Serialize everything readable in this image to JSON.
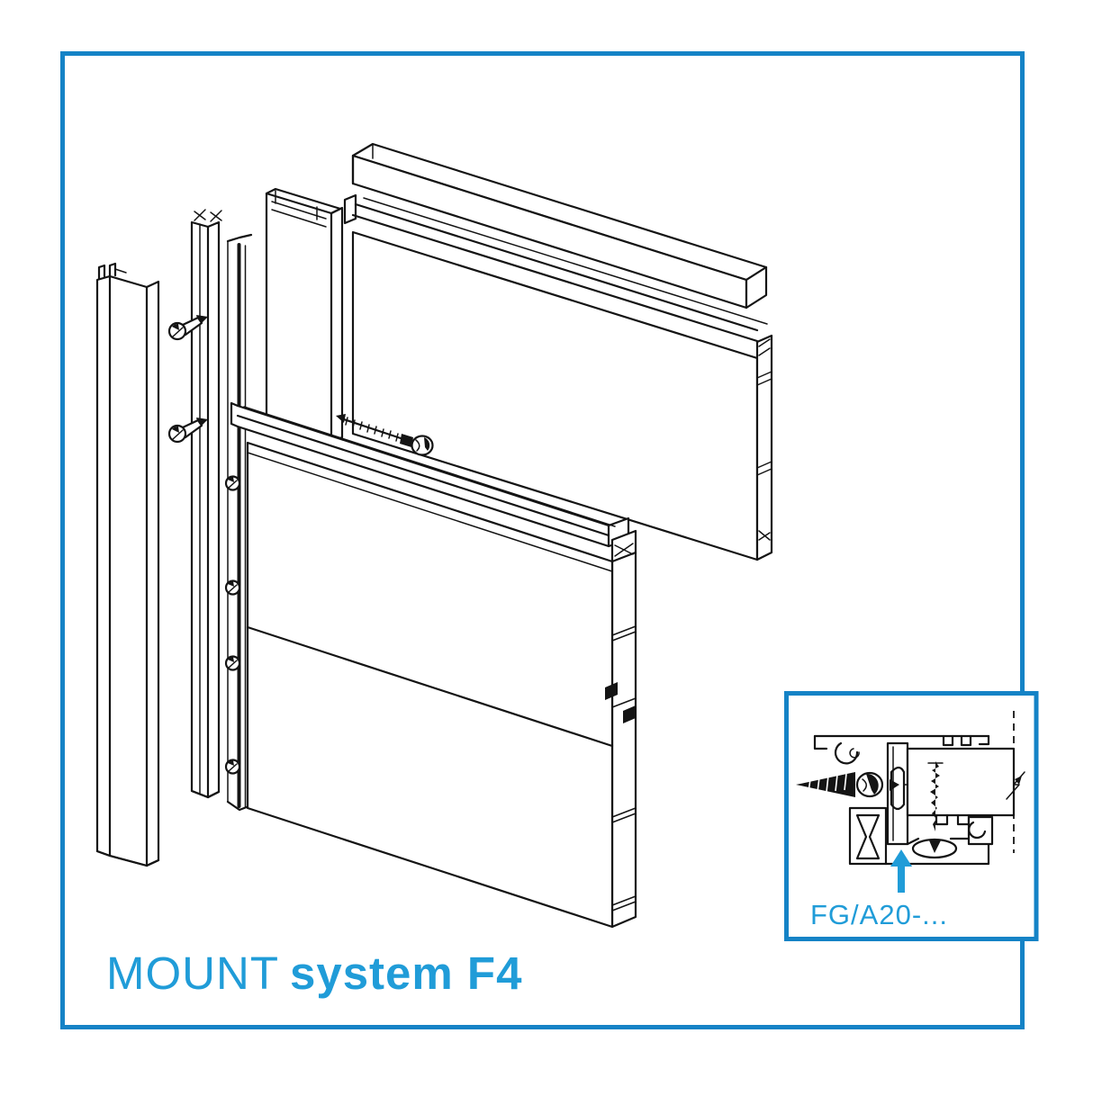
{
  "window": {
    "background": "#ffffff"
  },
  "colors": {
    "frame_blue": "#1583C6",
    "accent_blue": "#209CD8",
    "line_black": "#141414"
  },
  "title": {
    "brand": "MOUNT",
    "product": "system F4"
  },
  "detail_inset": {
    "label": "FG/A20-...",
    "pointer_icon": "up-arrow"
  },
  "diagram": {
    "type": "exploded-isometric-technical-drawing",
    "components": [
      "cover-profile",
      "mullion-profile",
      "fixing-screws",
      "hat-rail-profile",
      "channel-profile",
      "top-rail-bar",
      "upper-facade-panel",
      "panel-fixing-screw",
      "lower-facade-panel",
      "panel-clip-rail",
      "cross-section-detail"
    ]
  }
}
